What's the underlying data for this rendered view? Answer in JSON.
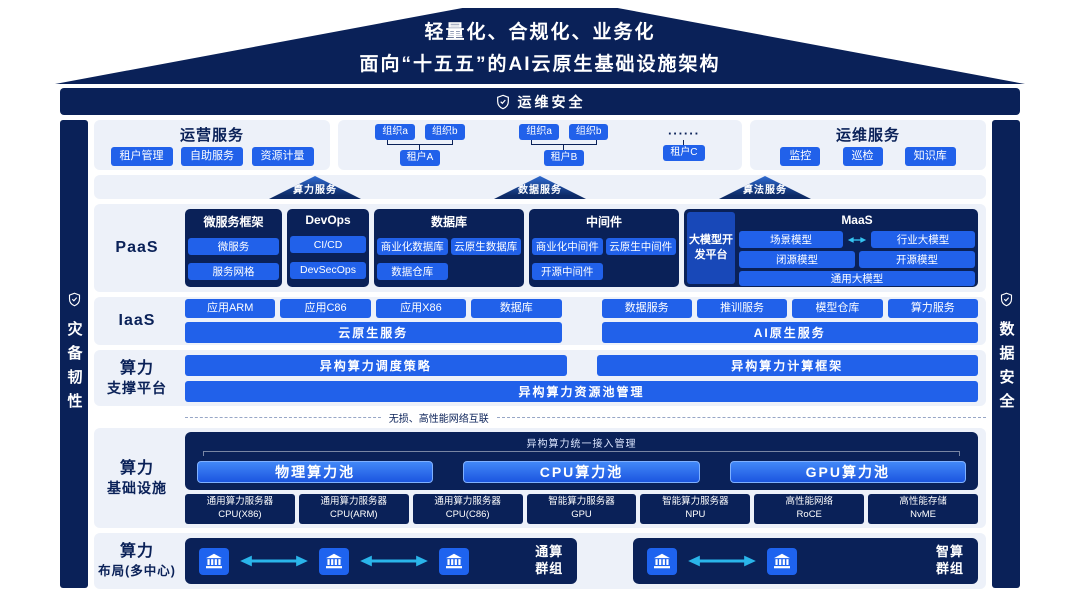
{
  "roof": {
    "line1": "轻量化、合规化、业务化",
    "line2": "面向“十五五”的AI云原生基础设施架构"
  },
  "security_bar": {
    "label": "运维安全"
  },
  "pillars": {
    "left": "灾备韧性",
    "right": "数据安全"
  },
  "services_row": {
    "operations": {
      "title": "运营服务",
      "buttons": [
        "租户管理",
        "自助服务",
        "资源计量"
      ]
    },
    "org_chart": {
      "clusters": [
        {
          "org1": "组织a",
          "org2": "组织b",
          "tenant": "租户A"
        },
        {
          "org1": "组织a",
          "org2": "组织b",
          "tenant": "租户B"
        }
      ],
      "dots": "······",
      "tenant3": "租户C"
    },
    "maintenance": {
      "title": "运维服务",
      "buttons": [
        "监控",
        "巡检",
        "知识库"
      ]
    }
  },
  "service_arrows": [
    "算力服务",
    "数据服务",
    "算法服务"
  ],
  "paas": {
    "label": "PaaS",
    "groups": [
      {
        "title": "微服务框架",
        "items": [
          "微服务",
          "服务网格"
        ]
      },
      {
        "title": "DevOps",
        "items": [
          "CI/CD",
          "DevSecOps"
        ]
      },
      {
        "title": "数据库",
        "items": [
          "商业化数据库",
          "云原生数据库",
          "数据仓库"
        ]
      },
      {
        "title": "中间件",
        "items": [
          "商业化中间件",
          "云原生中间件",
          "开源中间件"
        ]
      }
    ],
    "maas": {
      "title": "MaaS",
      "side": "大模型开发平台",
      "items": [
        "场景模型",
        "行业大模型",
        "闭源模型",
        "开源模型",
        "通用大模型"
      ]
    }
  },
  "iaas": {
    "label": "IaaS",
    "left": {
      "buttons": [
        "应用ARM",
        "应用C86",
        "应用X86",
        "数据库"
      ],
      "bar": "云原生服务"
    },
    "right": {
      "buttons": [
        "数据服务",
        "推训服务",
        "模型仓库",
        "算力服务"
      ],
      "bar": "AI原生服务"
    }
  },
  "support": {
    "label_line1": "算力",
    "label_line2": "支撑平台",
    "bar_left": "异构算力调度策略",
    "bar_right": "异构算力计算框架",
    "bar_full": "异构算力资源池管理",
    "network_note": "无损、高性能网络互联"
  },
  "infra": {
    "label_line1": "算力",
    "label_line2": "基础设施",
    "access_label": "异构算力统一接入管理",
    "pools": [
      "物理算力池",
      "CPU算力池",
      "GPU算力池"
    ],
    "servers": [
      {
        "line1": "通用算力服务器",
        "line2": "CPU(X86)"
      },
      {
        "line1": "通用算力服务器",
        "line2": "CPU(ARM)"
      },
      {
        "line1": "通用算力服务器",
        "line2": "CPU(C86)"
      },
      {
        "line1": "智能算力服务器",
        "line2": "GPU"
      },
      {
        "line1": "智能算力服务器",
        "line2": "NPU"
      },
      {
        "line1": "高性能网络",
        "line2": "RoCE"
      },
      {
        "line1": "高性能存储",
        "line2": "NvME"
      }
    ]
  },
  "multi_center": {
    "label_line1": "算力",
    "label_line2": "布局(多中心)",
    "left_label_line1": "通算",
    "left_label_line2": "群组",
    "right_label_line1": "智算",
    "right_label_line2": "群组"
  },
  "colors": {
    "navy": "#0a2158",
    "blue": "#2161ea",
    "cyan": "#2ab5ea",
    "panel": "#edf1f9"
  }
}
